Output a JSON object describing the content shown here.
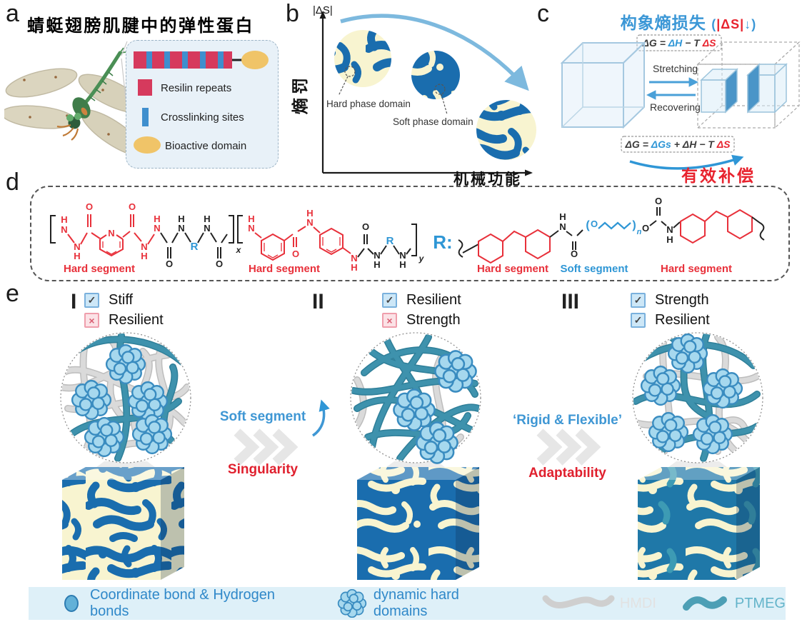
{
  "a": {
    "label": "a",
    "title": "蜻蜓翅膀肌腱中的弹性蛋白",
    "legend": [
      {
        "label": "Resilin repeats"
      },
      {
        "label": "Crosslinking sites"
      },
      {
        "label": "Bioactive domain"
      }
    ]
  },
  "b": {
    "label": "b",
    "y_top": "|ΔS|",
    "y_label": "熵罚",
    "x_label": "机械功能",
    "hard": "Hard phase domain",
    "soft": "Soft phase domain"
  },
  "c": {
    "label": "c",
    "title": {
      "pre": "构象熵损失 ",
      "open": "(",
      "mid": "|ΔS|",
      "post": "↓)"
    },
    "eq1": {
      "p1": "ΔG = ",
      "p2": "ΔH",
      "p3": " − T ",
      "p4": "ΔS"
    },
    "stretching": "Stretching",
    "recovering": "Recovering",
    "eq2": {
      "p1": "ΔG = ",
      "p2": "ΔGs",
      "p3": " + ΔH − T ",
      "p4": "ΔS"
    },
    "compensation": "有效补偿"
  },
  "d": {
    "label": "d",
    "r_def": "R:",
    "hard1": "Hard segment",
    "hard2": "Hard segment",
    "hard3": "Hard segment",
    "soft": "Soft segment",
    "hard4": "Hard segment",
    "atoms": {
      "N": "N",
      "H": "H",
      "O": "O",
      "R": "R",
      "x": "x",
      "y": "y",
      "n": "n",
      "opar": "(",
      "cpar": ")"
    }
  },
  "e": {
    "label": "e",
    "states": [
      {
        "numeral": "I",
        "checks": [
          {
            "glyph": "✓",
            "label": "Stiff"
          },
          {
            "glyph": "×",
            "label": "Resilient"
          }
        ]
      },
      {
        "numeral": "II",
        "checks": [
          {
            "glyph": "✓",
            "label": "Resilient"
          },
          {
            "glyph": "×",
            "label": "Strength"
          }
        ]
      },
      {
        "numeral": "III",
        "checks": [
          {
            "glyph": "✓",
            "label": "Strength"
          },
          {
            "glyph": "✓",
            "label": "Resilient"
          }
        ]
      }
    ],
    "transitions": [
      {
        "top": "Soft segment",
        "bottom": "Singularity"
      },
      {
        "top": "‘Rigid & Flexible’",
        "bottom": "Adaptability"
      }
    ]
  },
  "legend": {
    "items": [
      {
        "label": "Coordinate bond & Hydrogen bonds"
      },
      {
        "label": "dynamic hard domains"
      },
      {
        "label": "HMDI"
      },
      {
        "label": "PTMEG"
      }
    ]
  }
}
